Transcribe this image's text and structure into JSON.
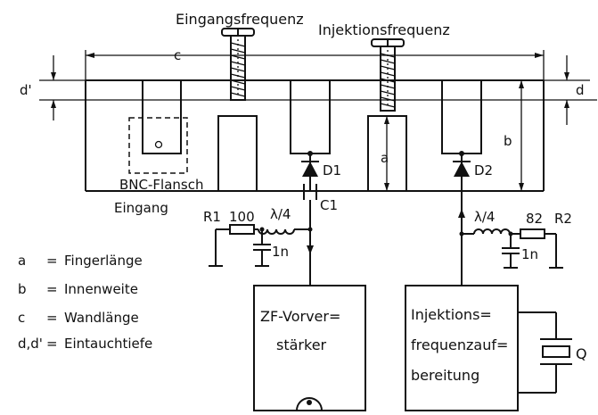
{
  "labels": {
    "eingangsfrequenz": "Eingangsfrequenz",
    "injektionsfrequenz": "Injektionsfrequenz",
    "bnc_flansch": "BNC-Flansch",
    "eingang": "Eingang",
    "d1": "D1",
    "d2": "D2",
    "c1": "C1",
    "r1": "R1",
    "r2": "R2",
    "r1_value": "100",
    "r2_value": "82",
    "cap1_value": "1n",
    "cap2_value": "1n",
    "lambda1": "λ/4",
    "lambda2": "λ/4",
    "dim_a": "a",
    "dim_b": "b",
    "dim_c": "c",
    "dim_d": "d",
    "dim_d_prime": "d'",
    "zf_line1": "ZF-Vorver=",
    "zf_line2": "stärker",
    "inj_line1": "Injektions=",
    "inj_line2": "frequenzauf=",
    "inj_line3": "bereitung",
    "crystal": "Q"
  },
  "legend": [
    {
      "key": "a",
      "sep": "=",
      "text": "Fingerlänge"
    },
    {
      "key": "b",
      "sep": "=",
      "text": "Innenweite"
    },
    {
      "key": "c",
      "sep": "=",
      "text": "Wandlänge"
    },
    {
      "key": "d,d'",
      "sep": "=",
      "text": "Eintauchtiefe"
    }
  ]
}
